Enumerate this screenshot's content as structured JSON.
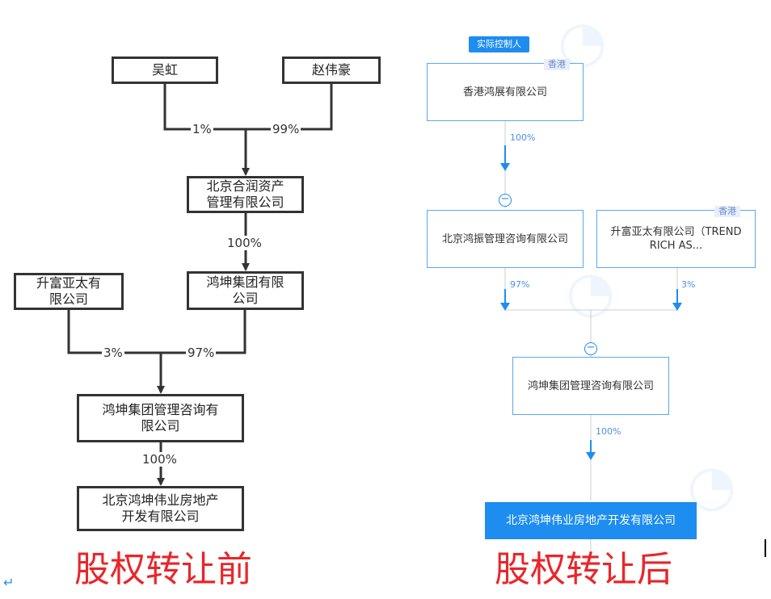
{
  "before": {
    "nodes": {
      "wuhong": "吴虹",
      "zhaoweihao": "赵伟豪",
      "herun": "北京合润资产\n管理有限公司",
      "hongkun_group": "鸿坤集团有限\n公司",
      "shengfu": "升富亚太有\n限公司",
      "consulting": "鸿坤集团管理咨询有\n限公司",
      "realestate": "北京鸿坤伟业房地产\n开发有限公司"
    },
    "percents": {
      "wuhong": "1%",
      "zhaoweihao": "99%",
      "herun": "100%",
      "shengfu": "3%",
      "hongkun_group": "97%",
      "consulting": "100%"
    },
    "caption": "股权转让前"
  },
  "after": {
    "controller_badge": "实际控制人",
    "region_tag": "香港",
    "nodes": {
      "hk_hongzhan": "香港鸿展有限公司",
      "hongzhen": "北京鸿振管理咨询有限公司",
      "shengfu": "升富亚太有限公司（TREND RICH AS...",
      "consulting": "鸿坤集团管理咨询有限公司",
      "realestate": "北京鸿坤伟业房地产开发有限公司"
    },
    "percents": {
      "hk_hongzhan": "100%",
      "hongzhen": "97%",
      "shengfu": "3%",
      "consulting": "100%"
    },
    "collapse_symbol": "−",
    "caption": "股权转让后"
  },
  "colors": {
    "accent_blue": "#1d8df0",
    "caption_red": "#e8262a",
    "line_dark": "#333333"
  }
}
